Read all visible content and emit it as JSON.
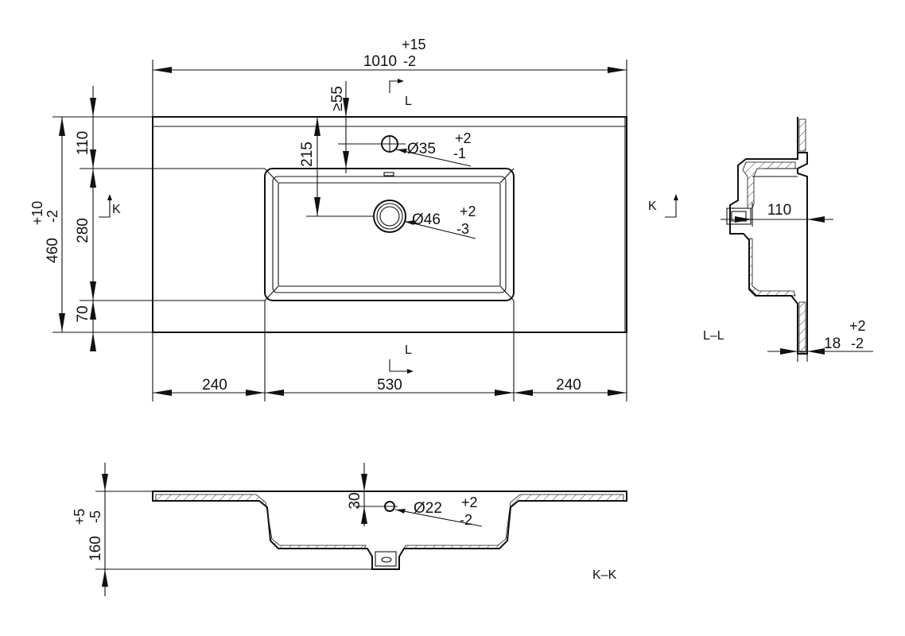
{
  "top_view": {
    "width_dim": "1010",
    "width_tol_plus": "+15",
    "width_tol_minus": "-2",
    "depth_dim": "460",
    "depth_tol_plus": "+10",
    "depth_tol_minus": "-2",
    "dim_110": "110",
    "dim_280": "280",
    "dim_70": "70",
    "dim_ge55": "≥55",
    "dim_215": "215",
    "left_240": "240",
    "basin_530": "530",
    "right_240": "240",
    "tap_hole_dia": "Ø35",
    "tap_hole_tol_plus": "+2",
    "tap_hole_tol_minus": "-1",
    "drain_dia": "Ø46",
    "drain_tol_plus": "+2",
    "drain_tol_minus": "-3",
    "section_mark_L": "L",
    "section_mark_K": "K"
  },
  "section_LL": {
    "label": "L–L",
    "dim_110": "110",
    "thickness_dim": "18",
    "thickness_tol_plus": "+2",
    "thickness_tol_minus": "-2"
  },
  "section_KK": {
    "label": "K–K",
    "height_dim": "160",
    "height_tol_plus": "+5",
    "height_tol_minus": "-5",
    "dim_30": "30",
    "overflow_dia": "Ø22",
    "overflow_tol_plus": "+2",
    "overflow_tol_minus": "-2"
  }
}
